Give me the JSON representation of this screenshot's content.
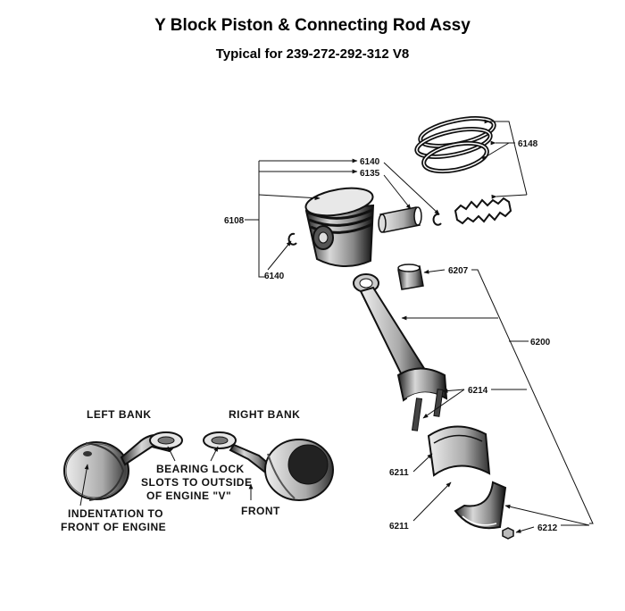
{
  "header": {
    "title": "Y Block Piston & Connecting Rod Assy",
    "subtitle": "Typical for 239-272-292-312 V8"
  },
  "parts": {
    "p6148": "6148",
    "p6140_top": "6140",
    "p6135": "6135",
    "p6108": "6108",
    "p6140_left": "6140",
    "p6207": "6207",
    "p6200": "6200",
    "p6214": "6214",
    "p6211_top": "6211",
    "p6211_bottom": "6211",
    "p6212": "6212"
  },
  "inset": {
    "left_bank": "LEFT BANK",
    "right_bank": "RIGHT BANK",
    "bearing_line1": "BEARING LOCK",
    "bearing_line2": "SLOTS TO OUTSIDE",
    "bearing_line3": "OF ENGINE \"V\"",
    "front": "FRONT",
    "indent_line1": "INDENTATION TO",
    "indent_line2": "FRONT OF ENGINE"
  }
}
